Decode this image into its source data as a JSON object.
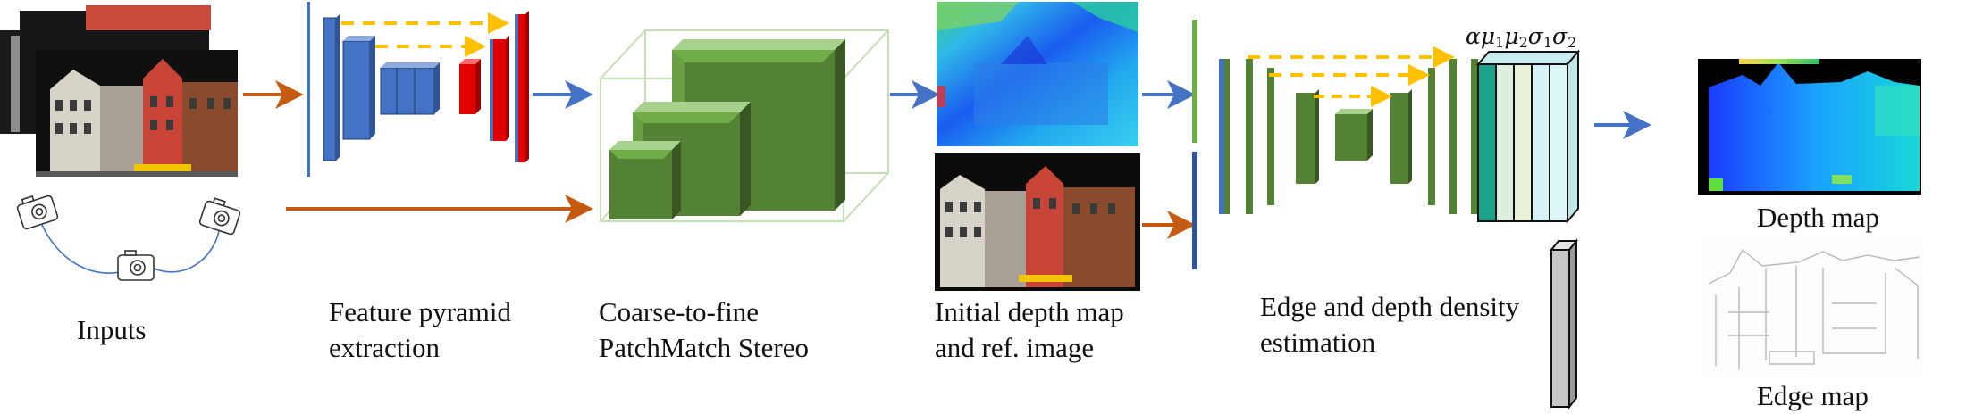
{
  "labels": {
    "inputs": "Inputs",
    "feature_pyramid": [
      "Feature pyramid",
      "extraction"
    ],
    "patchmatch": [
      "Coarse-to-fine",
      "PatchMatch Stereo"
    ],
    "initial_depth": [
      "Initial depth map",
      "and ref. image"
    ],
    "edge_density": [
      "Edge and depth density",
      "estimation"
    ],
    "depth_map": "Depth map",
    "edge_map": "Edge map"
  },
  "output_params": {
    "symbols": [
      "α",
      "μ",
      "μ",
      "σ",
      "σ"
    ],
    "subscripts": [
      "",
      "1",
      "2",
      "1",
      "2"
    ]
  },
  "colors": {
    "orange_arrow": "#c55a11",
    "blue_arrow": "#4472c4",
    "skip_dashed": "#ffc000",
    "encoder_blue": "#4472c4",
    "decoder_red": "#e00000",
    "green_block": "#548235",
    "green_light": "#70ad47",
    "teal": "#1aa38a",
    "cyan_light": "#ddf6f6",
    "gray_bar": "#c8c8c8"
  }
}
